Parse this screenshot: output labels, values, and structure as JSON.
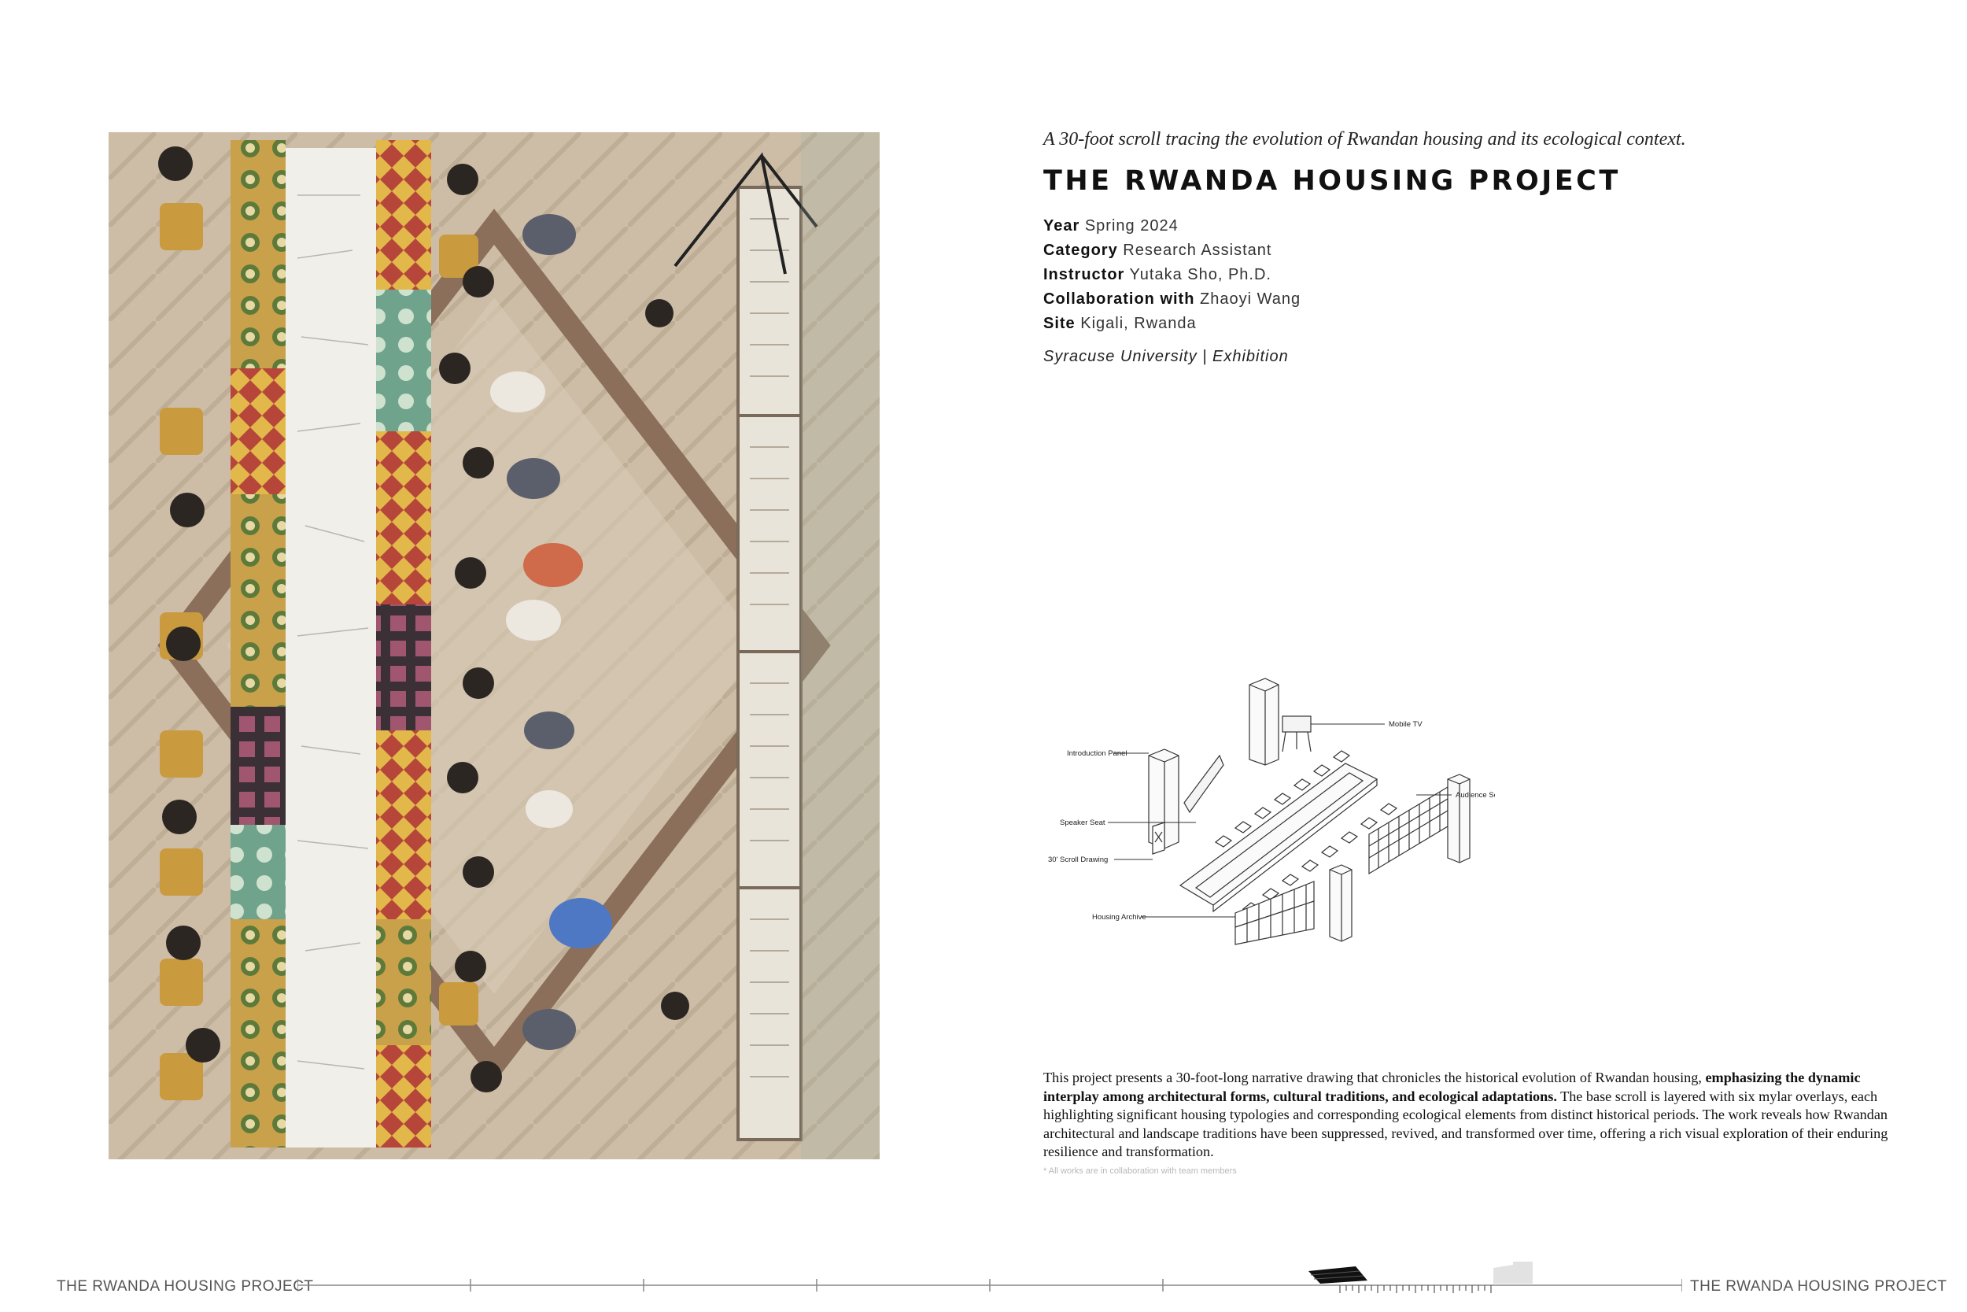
{
  "project": {
    "tagline": "A 30-foot scroll tracing the evolution of Rwandan housing and its ecological context.",
    "title": "THE RWANDA HOUSING PROJECT",
    "meta": {
      "year_label": "Year",
      "year": "Spring 2024",
      "category_label": "Category",
      "category": "Research Assistant",
      "instructor_label": "Instructor",
      "instructor": "Yutaka Sho, Ph.D.",
      "collab_label": "Collaboration with",
      "collab": "Zhaoyi Wang",
      "site_label": "Site",
      "site": "Kigali, Rwanda"
    },
    "affiliation": "Syracuse University | Exhibition"
  },
  "diagram": {
    "labels": {
      "mobile_tv": "Mobile TV",
      "intro_panel": "Introduction Panel",
      "audience_seat": "Audience Seat",
      "speaker_seat": "Speaker Seat",
      "scroll_drawing": "30' Scroll Drawing",
      "housing_archive": "Housing Archive"
    }
  },
  "description": {
    "part1": "This project presents a 30-foot-long narrative drawing that chronicles the historical evolution of Rwandan housing, ",
    "bold": "emphasizing the dynamic interplay among architectural forms, cultural traditions, and ecological adaptations.",
    "part2": " The base scroll is layered with six mylar overlays, each highlighting significant housing typologies and corresponding ecological elements from distinct historical periods. The work reveals how Rwandan architectural and landscape traditions have been suppressed, revived, and transformed over time, offering a rich visual exploration of their enduring resilience and transformation."
  },
  "footnote": "* All works are in collaboration with team members",
  "footer": {
    "left": "THE RWANDA HOUSING PROJECT",
    "right": "THE RWANDA HOUSING PROJECT"
  },
  "colors": {
    "accent": "#111111",
    "muted": "#555555",
    "footnote": "#b8b8b8"
  }
}
